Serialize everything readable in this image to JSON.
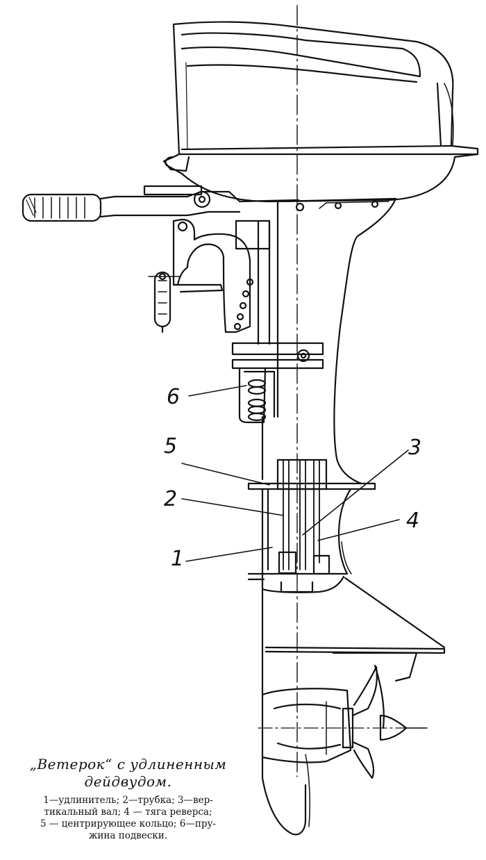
{
  "callouts": {
    "n1": "1",
    "n2": "2",
    "n3": "3",
    "n4": "4",
    "n5": "5",
    "n6": "6"
  },
  "caption": {
    "title_line1": "„Ветерок“   с   удлиненным",
    "title_line2": "дейдвудом.",
    "legend_line1": "1—удлинитель; 2—трубка; 3—вер-",
    "legend_line2": "тикальный вал; 4 — тяга реверса;",
    "legend_line3": "5 — центрирующее кольцо; 6—пру-",
    "legend_line4": "жина подвески."
  }
}
